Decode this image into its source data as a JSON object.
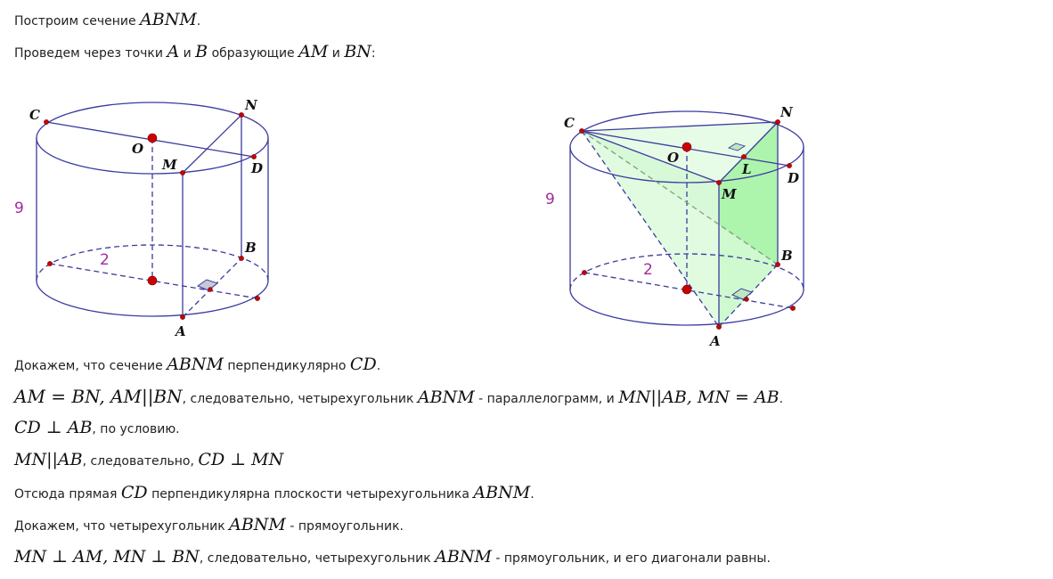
{
  "lines": {
    "l1": {
      "t1": "Построим сечение ",
      "m1": "ABNM",
      "t2": "."
    },
    "l2": {
      "t1": "Проведем через  точки ",
      "m1": "A",
      "t2": " и ",
      "m2": "B",
      "t3": " образующие  ",
      "m3": "AM",
      "t4": " и ",
      "m4": "BN",
      "t5": ":"
    },
    "l3": {
      "t1": "Докажем, что сечение ",
      "m1": "ABNM",
      "t2": " перпендикулярно ",
      "m2": "CD",
      "t3": "."
    },
    "l4": {
      "m1": "AM = BN,  AM||BN",
      "t1": ", следовательно, четырехугольник ",
      "m2": "ABNM",
      "t2": " - параллелограмм, и ",
      "m3": "MN||AB, MN = AB",
      "t3": "."
    },
    "l5": {
      "m1": "CD ⊥ AB",
      "t1": ", по условию."
    },
    "l6": {
      "m1": "MN||AB",
      "t1": ", следовательно,  ",
      "m2": "CD ⊥ MN"
    },
    "l7": {
      "t1": "Отсюда прямая  ",
      "m1": "CD",
      "t2": " перпендикулярна плоскости четырехугольника ",
      "m2": "ABNM",
      "t3": "."
    },
    "l8": {
      "t1": "Докажем, что четырехугольник ",
      "m1": "ABNM",
      "t2": " - прямоугольник."
    },
    "l9": {
      "m1": "MN ⊥ AM,  MN ⊥ BN",
      "t1": ", следовательно, четырехугольник ",
      "m2": "ABNM",
      "t2": " - прямоугольник, и его диагонали равны."
    }
  },
  "figure_left": {
    "labels": {
      "C": "C",
      "O": "O",
      "M": "M",
      "N": "N",
      "D": "D",
      "B": "B",
      "A": "A"
    },
    "height_value": "9",
    "radius_value": "2"
  },
  "figure_right": {
    "labels": {
      "C": "C",
      "O": "O",
      "L": "L",
      "M": "M",
      "N": "N",
      "D": "D",
      "B": "B",
      "A": "A"
    },
    "height_value": "9",
    "radius_value": "2"
  },
  "colors": {
    "outline": "#3b3b9e",
    "point": "#cc0000",
    "height_label": "#a12c9b",
    "section_fill": "#9ff29f"
  }
}
